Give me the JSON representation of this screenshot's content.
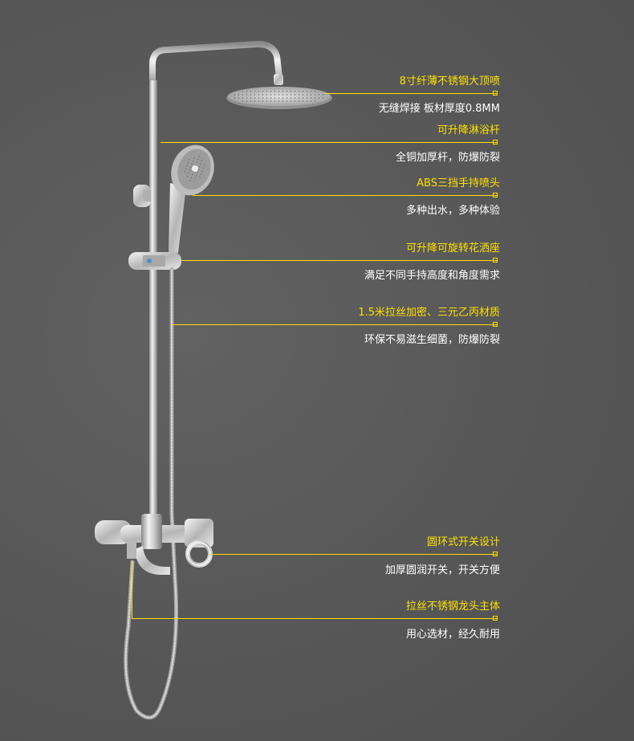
{
  "colors": {
    "background": "#585858",
    "accent": "#ffe000",
    "text": "#ffffff",
    "metal": "#d9d9d9"
  },
  "features": [
    {
      "title": "8寸纤薄不锈钢大顶喷",
      "desc": "无缝焊接 板材厚度0.8MM"
    },
    {
      "title": "可升降淋浴杆",
      "desc": "全铜加厚杆，防爆防裂"
    },
    {
      "title": "ABS三挡手持喷头",
      "desc": "多种出水，多种体验"
    },
    {
      "title": "可升降可旋转花洒座",
      "desc": "满足不同手持高度和角度需求"
    },
    {
      "title": "1.5米拉丝加密、三元乙丙材质",
      "desc": "环保不易滋生细菌，防爆防裂"
    },
    {
      "title": "圆环式开关设计",
      "desc": "加厚圆润开关，开关方便"
    },
    {
      "title": "拉丝不锈钢龙头主体",
      "desc": "用心选材，经久耐用"
    }
  ]
}
